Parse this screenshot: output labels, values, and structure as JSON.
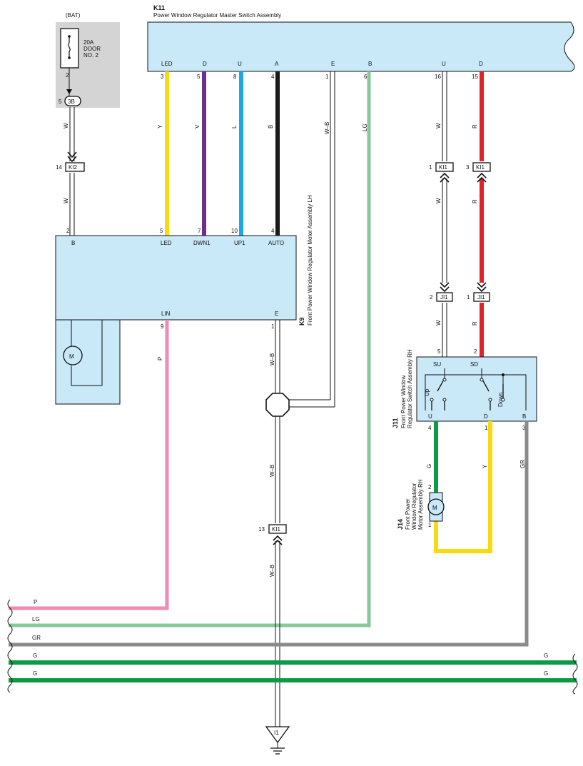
{
  "fuse": {
    "supply": "(BAT)",
    "rating": "20A",
    "name_line1": "DOOR",
    "name_line2": "NO. 2",
    "pin": "2"
  },
  "connector_3b": {
    "label": "3B",
    "pin": "5"
  },
  "master_switch": {
    "code": "K11",
    "title": "Power Window Regulator Master Switch Assembly",
    "terminals": [
      "LED",
      "D",
      "U",
      "A",
      "E",
      "B",
      "U",
      "D"
    ],
    "pins": [
      "3",
      "5",
      "8",
      "4",
      "1",
      "6",
      "16",
      "15"
    ]
  },
  "motor_lh": {
    "code": "K9",
    "title": "Front Power Window Regulator Motor Assembly LH",
    "top_terminals": [
      "B",
      "LED",
      "DWN1",
      "UP1",
      "AUTO"
    ],
    "top_pins": [
      "2",
      "5",
      "7",
      "10",
      "4"
    ],
    "bottom_terminals": [
      "LIN",
      "E"
    ],
    "bottom_pins": [
      "9",
      "1"
    ],
    "motor_symbol": "M"
  },
  "switch_rh": {
    "code": "J11",
    "title_line1": "Front Power Window",
    "title_line2": "Regulator Switch Assembly RH",
    "top_terminals": [
      "SU",
      "SD"
    ],
    "top_pins": [
      "5",
      "2"
    ],
    "bottom_terminals": [
      "U",
      "D",
      "B"
    ],
    "bottom_pins": [
      "4",
      "1",
      "3"
    ],
    "up_label": "Up",
    "down_label": "Down"
  },
  "motor_rh": {
    "code": "J14",
    "title_line1": "Front Power",
    "title_line2": "Window Regulator",
    "title_line3": "Motor Assembly RH",
    "pins": [
      "2",
      "1"
    ],
    "motor_symbol": "M"
  },
  "connectors": {
    "ki2": {
      "label": "KI2",
      "pin": "14"
    },
    "ki1_u": {
      "label": "KI1",
      "pin": "1"
    },
    "ki1_d": {
      "label": "KI1",
      "pin": "3"
    },
    "ji1_u": {
      "label": "JI1",
      "pin": "2"
    },
    "ji1_d": {
      "label": "JI1",
      "pin": "1"
    },
    "ki1_ground": {
      "label": "KI1",
      "pin": "13"
    }
  },
  "ground": {
    "label": "I1"
  },
  "wire_labels": {
    "bat_upper": "W",
    "bat_lower": "W",
    "led": "Y",
    "dwn": "V",
    "up": "L",
    "auto": "B",
    "master_e": "W–B",
    "master_b": "LG",
    "master_u_upper": "W",
    "master_d_upper": "R",
    "master_u_lower": "W",
    "master_d_lower": "R",
    "ji1_u_lower": "W",
    "ji1_d_lower": "R",
    "k9_lin": "P",
    "k9_e": "W–B",
    "ground_mid": "W–B",
    "ground_low": "W–B",
    "rh_u": "G",
    "rh_d": "Y",
    "rh_b": "GR"
  },
  "bus_labels": {
    "p": "P",
    "lg": "LG",
    "gr": "GR",
    "g1_left": "G",
    "g1_right": "G",
    "g2_left": "G",
    "g2_right": "G"
  },
  "colors": {
    "Y": "#f9d90f",
    "V": "#6a2f90",
    "L": "#1ba8e6",
    "B": "#1a1a1a",
    "LG": "#86c99a",
    "R": "#e32129",
    "P": "#f08ab8",
    "G": "#0c9a45",
    "GR": "#8a8a8a",
    "box": "#c9e8f8",
    "fusebg": "#d4d4d4"
  }
}
